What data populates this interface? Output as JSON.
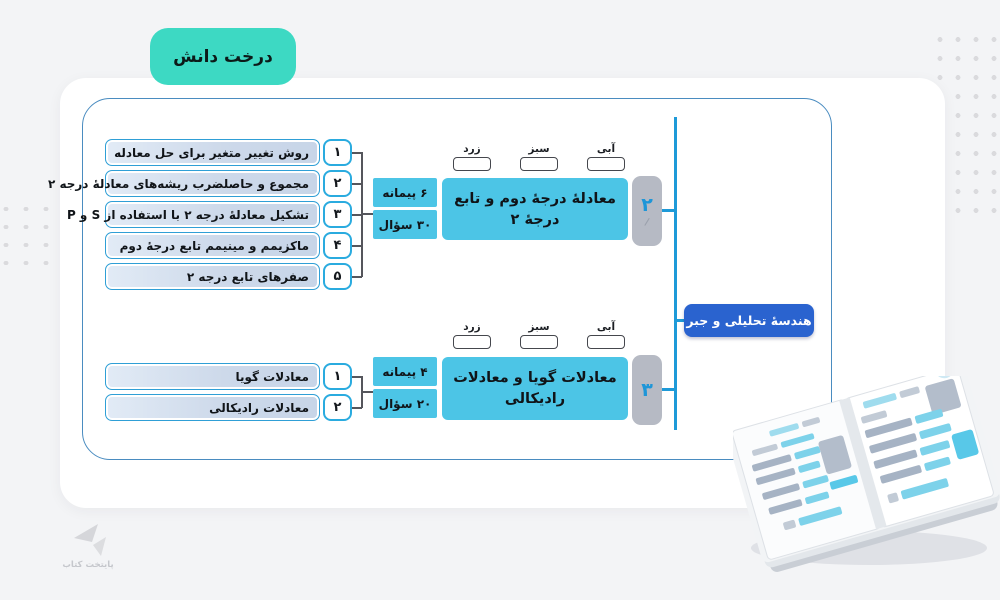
{
  "page": {
    "badge_label": "درخت دانش",
    "watermark_label": "پایتخت کتاب"
  },
  "tree": {
    "root_label": "هندسهٔ تحلیلی و جبر",
    "legend": [
      "زرد",
      "سبز",
      "آبی"
    ],
    "groups": [
      {
        "number": "۲",
        "title_lines": [
          "معادلهٔ درجهٔ دوم و تابع",
          "درجهٔ ۲"
        ],
        "modules_label": "۶ پیمانه",
        "questions_label": "۳۰ سؤال",
        "items": [
          {
            "num": "۱",
            "label": "روش تغییر متغیر برای حل معادله"
          },
          {
            "num": "۲",
            "label": "مجموع و حاصلضرب ریشه‌های معادلهٔ درجه ۲"
          },
          {
            "num": "۳",
            "label": "تشکیل معادلهٔ درجه ۲ با استفاده از S و P"
          },
          {
            "num": "۴",
            "label": "ماکزیمم و مینیمم تابع درجهٔ دوم"
          },
          {
            "num": "۵",
            "label": "صفرهای تابع درجه ۲"
          }
        ]
      },
      {
        "number": "۳",
        "title_lines": [
          "معادلات گویا و معادلات",
          "رادیکالی"
        ],
        "modules_label": "۴ پیمانه",
        "questions_label": "۲۰ سؤال",
        "items": [
          {
            "num": "۱",
            "label": "معادلات گویا"
          },
          {
            "num": "۲",
            "label": "معادلات رادیکالی"
          }
        ]
      }
    ]
  },
  "colors": {
    "teal_badge": "#3dd9c3",
    "cyan_box": "#4cc5e6",
    "root_blue": "#2a63cf",
    "connector_blue": "#1e9ad8",
    "item_border_blue": "#2f9fd6",
    "tab_gray": "#b6bac4"
  }
}
